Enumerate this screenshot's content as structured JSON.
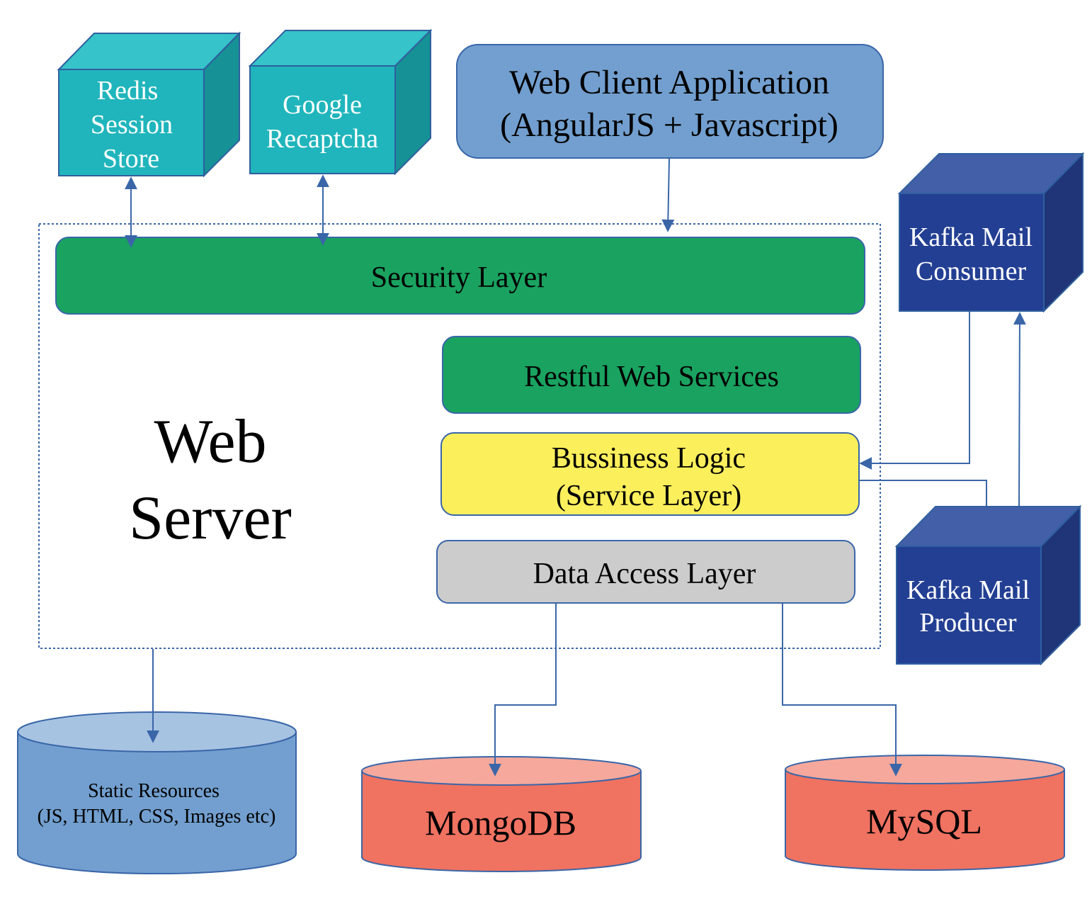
{
  "nodes": {
    "redis": {
      "lines": [
        "Redis",
        "Session",
        "Store"
      ]
    },
    "recaptcha": {
      "lines": [
        "Google",
        "Recaptcha"
      ]
    },
    "web_client": {
      "lines": [
        "Web Client Application",
        "(AngularJS + Javascript)"
      ]
    },
    "kafka_consumer": {
      "lines": [
        "Kafka Mail",
        "Consumer"
      ]
    },
    "kafka_producer": {
      "lines": [
        "Kafka Mail",
        "Producer"
      ]
    },
    "security": {
      "label": "Security Layer"
    },
    "restful": {
      "label": "Restful Web Services"
    },
    "business": {
      "lines": [
        "Bussiness Logic",
        "(Service Layer)"
      ]
    },
    "data_access": {
      "label": "Data Access Layer"
    },
    "web_server": {
      "lines": [
        "Web",
        "Server"
      ]
    },
    "static": {
      "lines": [
        "Static Resources",
        "(JS, HTML, CSS, Images etc)"
      ]
    },
    "mongodb": {
      "label": "MongoDB"
    },
    "mysql": {
      "label": "MySQL"
    }
  },
  "colors": {
    "teal_cube": "#20b5bc",
    "kafka_cube": "#233f93",
    "web_client": "#729fcf",
    "green_layer": "#1aa260",
    "business": "#fcef5c",
    "data_access": "#cccccc",
    "static_db": "#729fcf",
    "red_db": "#f07261",
    "connector": "#3a66a8"
  }
}
